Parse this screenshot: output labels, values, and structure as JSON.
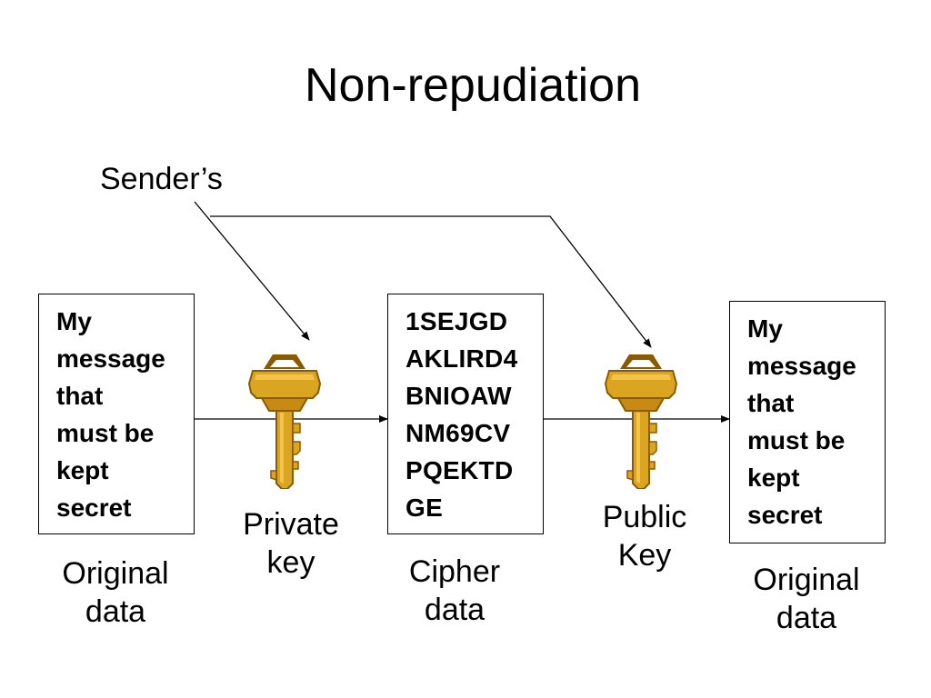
{
  "slide": {
    "title": "Non-repudiation",
    "sender_label": "Sender’s",
    "original_box": {
      "text": "My\nmessage\nthat\nmust be\nkept\nsecret",
      "caption": "Original\ndata"
    },
    "private_key": {
      "caption": "Private\nkey",
      "icon": "key-icon"
    },
    "cipher_box": {
      "text": "1SEJGD\nAKLIRD4\nBNIOAW\nNM69CV\nPQEKTD\nGE",
      "caption": "Cipher\ndata"
    },
    "public_key": {
      "caption": "Public\nKey",
      "icon": "key-icon"
    },
    "result_box": {
      "text": "My\nmessage\nthat\nmust be\nkept\nsecret",
      "caption": "Original\ndata"
    },
    "colors": {
      "key_gold": "#DAA520",
      "key_dark": "#8B5A00",
      "key_light": "#F5C24A"
    }
  }
}
